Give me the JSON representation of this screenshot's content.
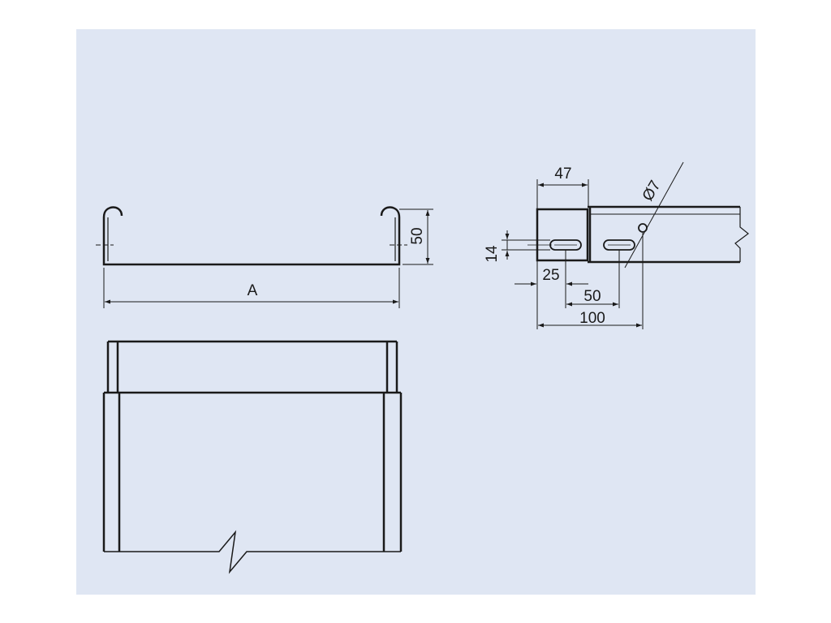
{
  "colors": {
    "background": "#dfe6f3",
    "line": "#1a1a1a"
  },
  "dimensions": {
    "width_label": "A",
    "height_label": "50",
    "end_width": "47",
    "hole_diameter": "Ø7",
    "slot_height": "14",
    "slot_offset": "25",
    "slot_spacing": "50",
    "hole_offset": "100"
  }
}
